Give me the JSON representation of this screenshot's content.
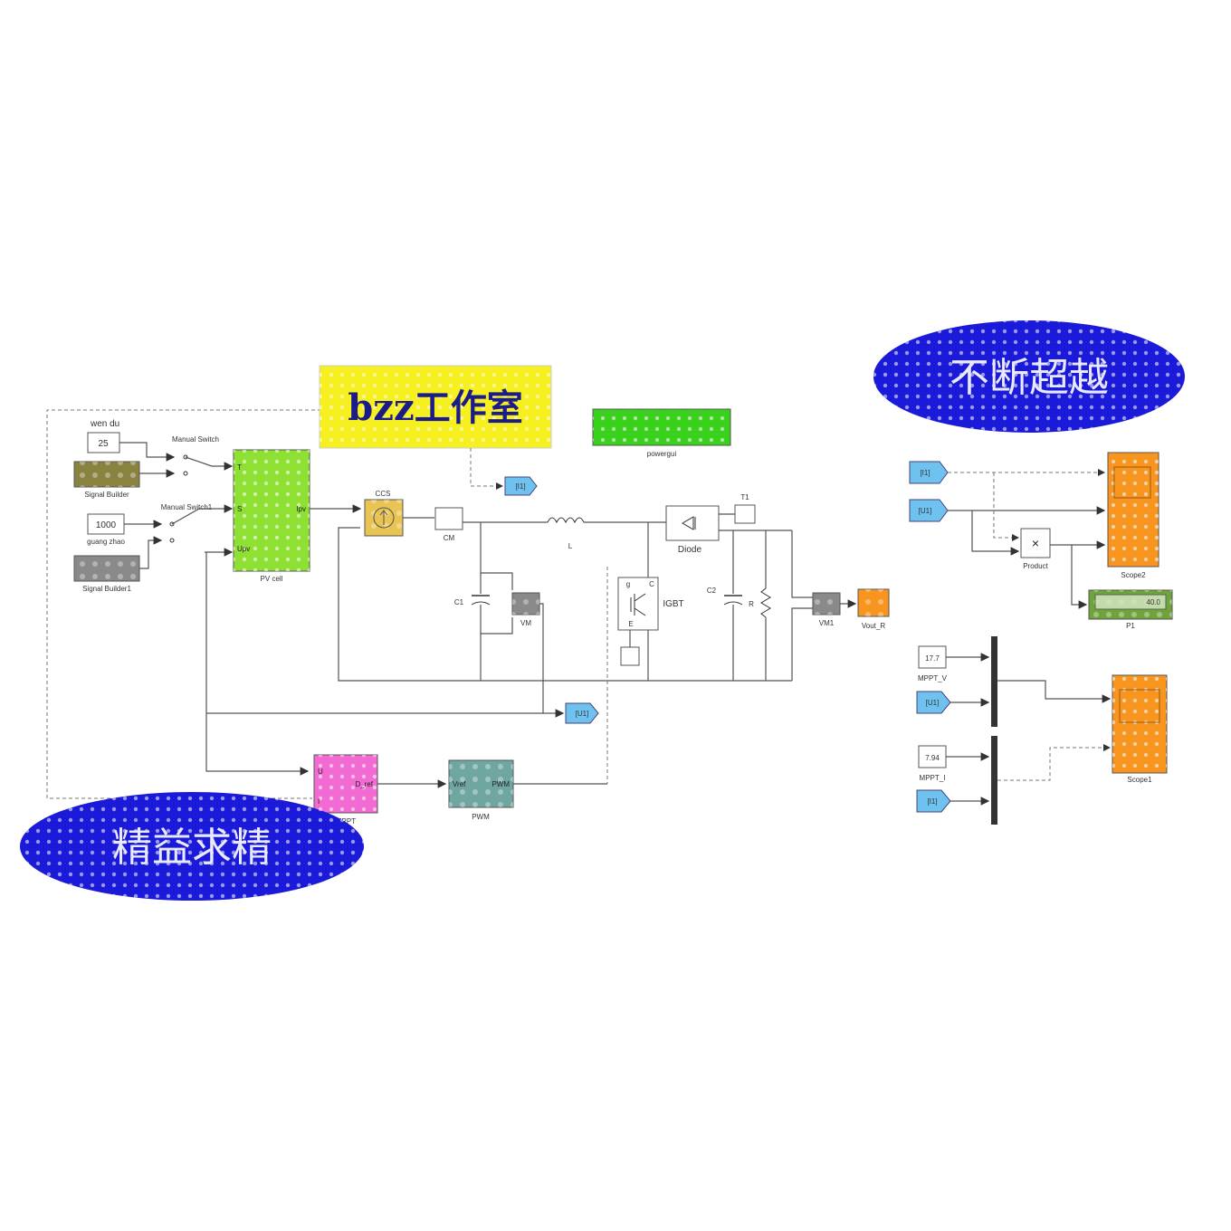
{
  "banners": {
    "studio": "bzz工作室",
    "slogan_top": "不断超越",
    "slogan_bottom": "精益求精"
  },
  "blocks": {
    "wen_du_label": "wen du",
    "wen_du_value": "25",
    "manual_switch": "Manual Switch",
    "signal_builder": "Signal Builder",
    "manual_switch1": "Manual Switch1",
    "guang_zhao_value": "1000",
    "guang_zhao_label": "guang zhao",
    "signal_builder1": "Signal Builder1",
    "pv_cell": "PV cell",
    "pv_port_t": "T",
    "pv_port_s": "S",
    "pv_port_ipv": "Ipv",
    "pv_port_upv": "Upv",
    "ccs": "CCS",
    "cm": "CM",
    "goto_i1": "[I1]",
    "powergui": "powergui",
    "inductor": "L",
    "diode": "Diode",
    "t1": "T1",
    "c1": "C1",
    "vm": "VM",
    "igbt": "IGBT",
    "igbt_g": "g",
    "igbt_e": "E",
    "igbt_c": "C",
    "c2": "C2",
    "r": "R",
    "vm1": "VM1",
    "vout_r": "Vout_R",
    "goto_u1": "[U1]",
    "mppt": "MPPT",
    "mppt_d_ref": "D_ref",
    "mppt_in_u": "U",
    "mppt_in_i": "I",
    "pwm": "PWM",
    "pwm_vref": "Vref",
    "pwm_out": "PWM",
    "from_i1": "[I1]",
    "from_u1": "[U1]",
    "product": "Product",
    "product_sym": "×",
    "scope2": "Scope2",
    "p1": "P1",
    "p1_value": "40.0",
    "mppt_v_value": "17.7",
    "mppt_v": "MPPT_V",
    "from_u1_b": "[U1]",
    "mppt_i_value": "7.94",
    "mppt_i": "MPPT_I",
    "from_i1_b": "[I1]",
    "scope1": "Scope1"
  },
  "colors": {
    "studio_bg": "#f7f020",
    "ellipse_bg": "#1a1ad8",
    "pv_cell": "#8ee033",
    "ccs": "#e8c452",
    "powergui": "#39d11c",
    "mppt": "#f26bd3",
    "pwm": "#6fa6a0",
    "scope": "#f7951f",
    "goto": "#6fc1f0",
    "signal_builder": "#8a8240",
    "signal_builder1": "#8a8a8a",
    "p1": "#6fa33b"
  }
}
